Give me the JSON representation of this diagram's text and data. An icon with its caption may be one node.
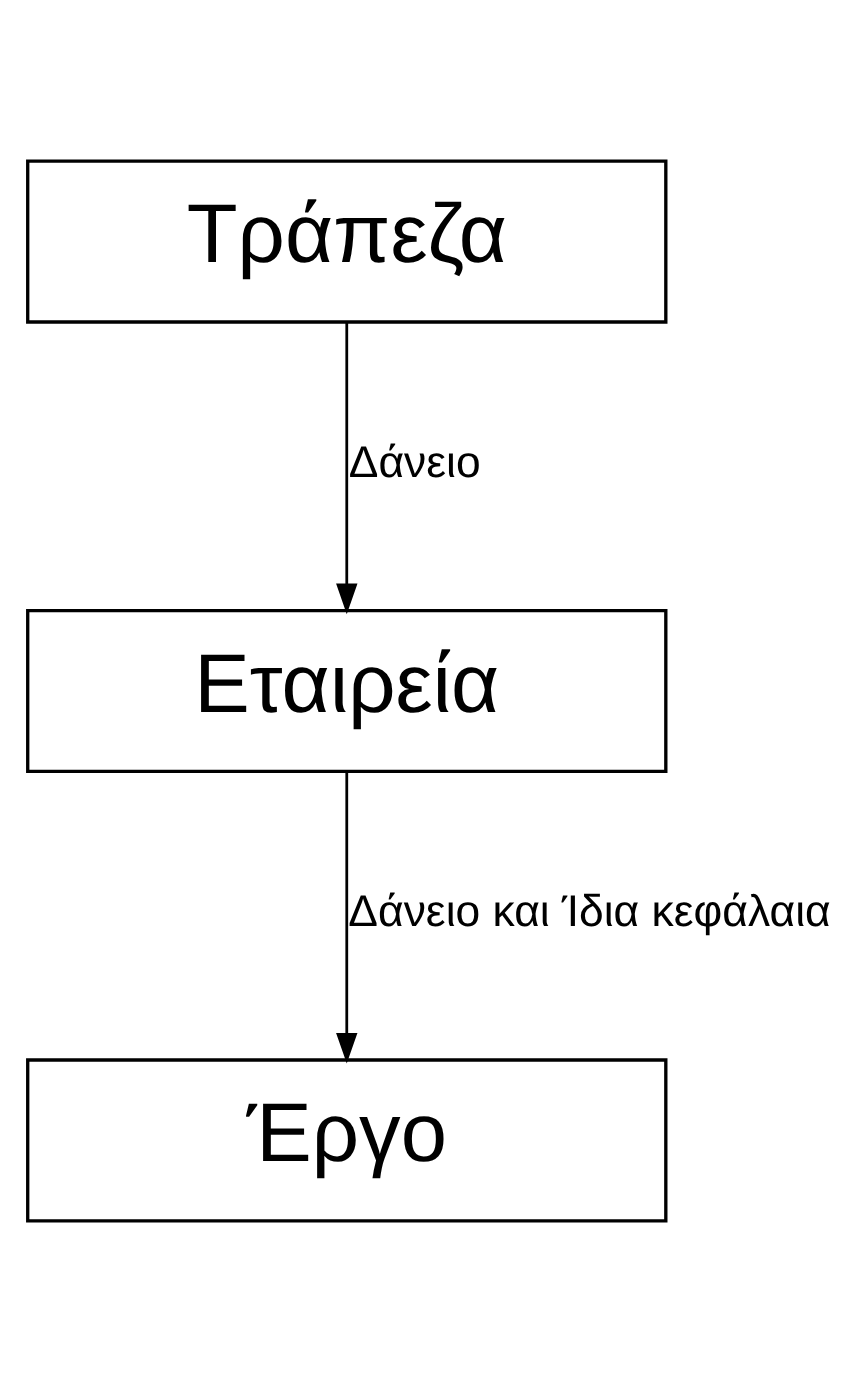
{
  "diagram": {
    "nodes": [
      {
        "text": [
          "Τράπεζα"
        ]
      },
      {
        "text": [
          "Εταιρεία"
        ]
      },
      {
        "text": [
          "Έργο"
        ]
      }
    ],
    "edges": [
      {
        "from": 0,
        "to": 1,
        "arrow": "to",
        "label": "Δάνειο"
      },
      {
        "from": 1,
        "to": 2,
        "arrow": "to",
        "label": "Δάνειο και Ίδια κεφάλαια"
      }
    ]
  }
}
